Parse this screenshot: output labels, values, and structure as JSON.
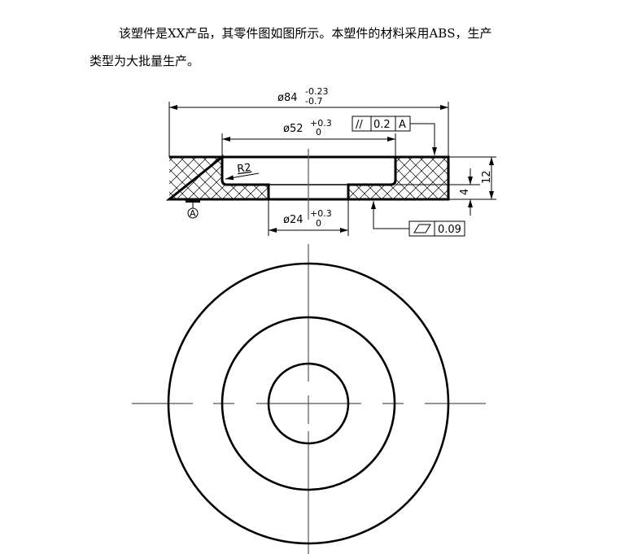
{
  "text": {
    "line1": "该塑件是XX产品，其零件图如图所示。本塑件的材料采用ABS，生产",
    "line2": "类型为大批量生产。"
  },
  "drawing": {
    "section_view": {
      "dim_outer_diameter": {
        "symbol": "ø84",
        "upper": "-0.23",
        "lower": "-0.7"
      },
      "dim_pocket_diameter": {
        "symbol": "ø52",
        "upper": "+0.3",
        "lower": "0"
      },
      "dim_hole_diameter": {
        "symbol": "ø24",
        "upper": "+0.3",
        "lower": "0"
      },
      "dim_height": "12",
      "dim_bottom_thickness": "4",
      "fillet_radius": "R2",
      "datum_label": "A",
      "parallelism_tolerance": {
        "symbol": "//",
        "value": "0.2",
        "datum": "A"
      },
      "flatness_tolerance": {
        "symbol": "▱",
        "value": "0.09"
      }
    },
    "top_view": {
      "circles": [
        {
          "name": "outer",
          "diameter": "84"
        },
        {
          "name": "pocket",
          "diameter": "52"
        },
        {
          "name": "hole",
          "diameter": "24"
        }
      ]
    }
  }
}
